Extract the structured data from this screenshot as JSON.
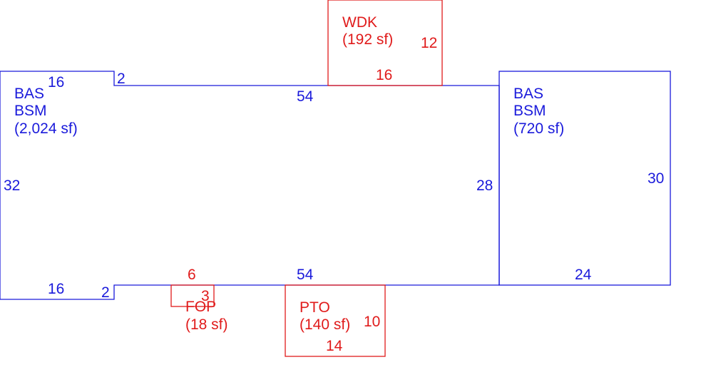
{
  "colors": {
    "main_structure": "#1a1adb",
    "additions": "#e01b1b",
    "background": "#ffffff"
  },
  "areas": {
    "left_main": {
      "line1": "BAS",
      "line2": "BSM",
      "area": "(2,024 sf)"
    },
    "right_main": {
      "line1": "BAS",
      "line2": "BSM",
      "area": "(720 sf)"
    },
    "wdk": {
      "code": "WDK",
      "area": "(192 sf)"
    },
    "fop": {
      "code": "FOP",
      "area": "(18 sf)"
    },
    "pto": {
      "code": "PTO",
      "area": "(140 sf)"
    }
  },
  "dimensions": {
    "left_top": "16",
    "left_top_step": "2",
    "main_top": "54",
    "left_side": "32",
    "middle_wall": "28",
    "right_side": "30",
    "left_bottom": "16",
    "left_bottom_step": "2",
    "main_bottom": "54",
    "right_bottom": "24",
    "wdk_side": "12",
    "wdk_bottom": "16",
    "fop_width": "6",
    "fop_depth": "3",
    "pto_side": "10",
    "pto_bottom": "14"
  }
}
